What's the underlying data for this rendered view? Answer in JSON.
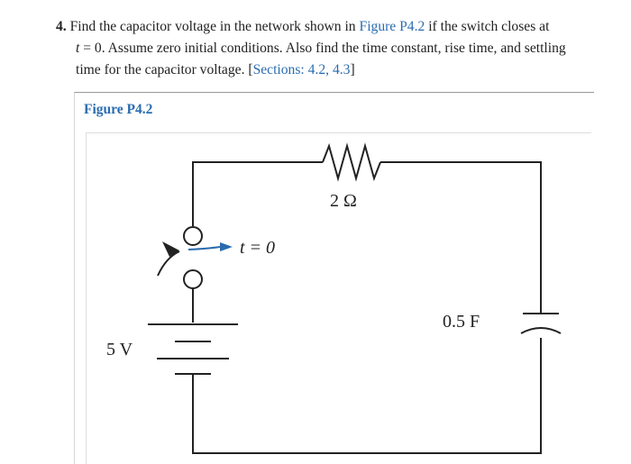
{
  "problem": {
    "number": "4.",
    "line1_a": "Find the capacitor voltage in the network shown in ",
    "line1_link": "Figure P4.2",
    "line1_b": " if the switch closes at",
    "line2_var": "t",
    "line2_eq": " = 0. Assume zero initial conditions. Also find the time constant, rise time, and settling",
    "line3_a": "time for the capacitor voltage. [",
    "line3_link": "Sections: 4.2, 4.3",
    "line3_b": "]"
  },
  "figure": {
    "label": "Figure P4.2",
    "resistor_label": "2 Ω",
    "switch_label": "t = 0",
    "capacitor_label": "0.5 F",
    "source_label": "5 V"
  },
  "colors": {
    "link": "#2a6cb0",
    "text": "#222222",
    "wire": "#222222",
    "switch_arrow": "#2a6cb0"
  }
}
